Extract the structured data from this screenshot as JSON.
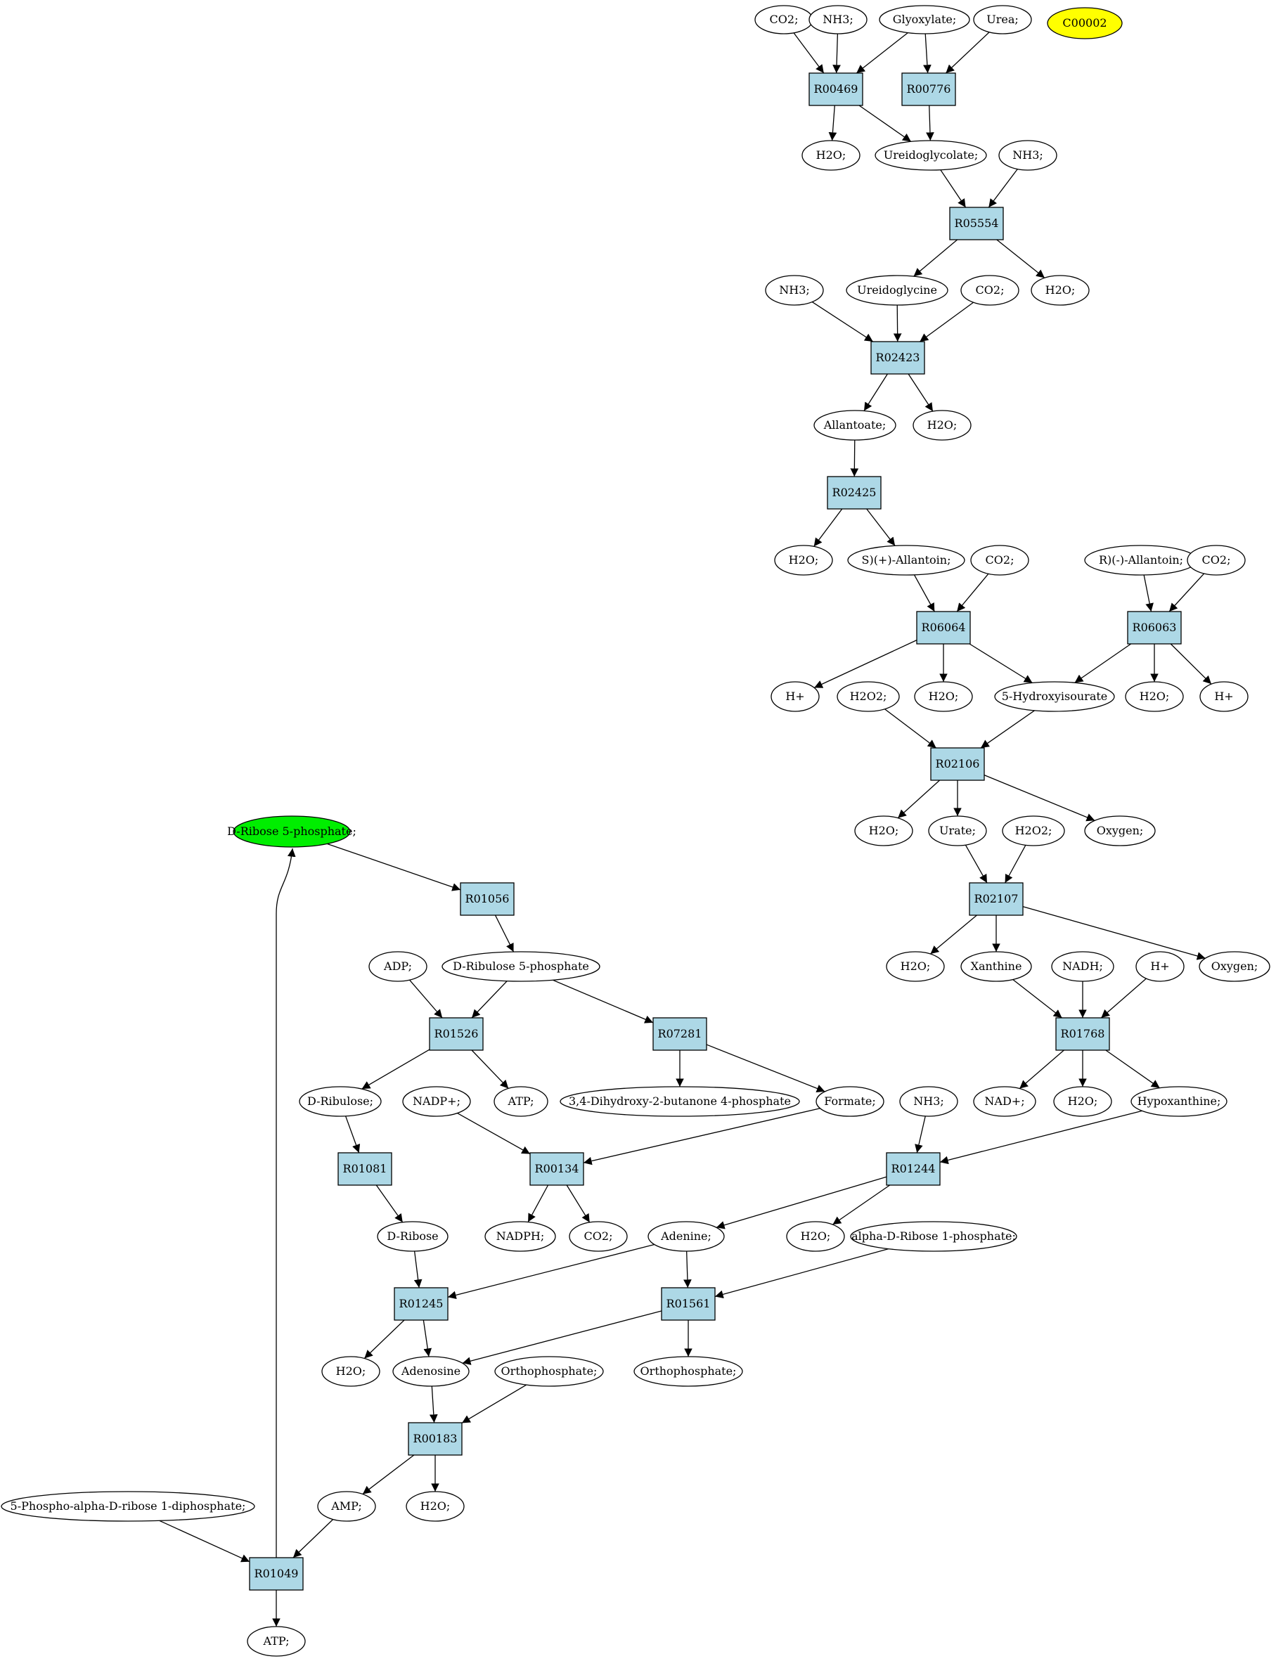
{
  "colors": {
    "reaction_fill": "#add8e6",
    "compound_fill": "#ffffff",
    "highlight_green": "#00ee00",
    "highlight_yellow": "#ffff00",
    "stroke": "#000000"
  },
  "nodes": [
    {
      "id": "c_co2_1",
      "label": "CO2;",
      "kind": "compound"
    },
    {
      "id": "c_nh3_1",
      "label": "NH3;",
      "kind": "compound"
    },
    {
      "id": "c_glyox",
      "label": "Glyoxylate;",
      "kind": "compound"
    },
    {
      "id": "c_urea",
      "label": "Urea;",
      "kind": "compound"
    },
    {
      "id": "c_c00002",
      "label": "C00002",
      "kind": "compound",
      "fill": "highlight_yellow"
    },
    {
      "id": "r_R00469",
      "label": "R00469",
      "kind": "reaction"
    },
    {
      "id": "r_R00776",
      "label": "R00776",
      "kind": "reaction"
    },
    {
      "id": "c_h2o_1",
      "label": "H2O;",
      "kind": "compound"
    },
    {
      "id": "c_ureidoglycolate",
      "label": "Ureidoglycolate;",
      "kind": "compound"
    },
    {
      "id": "c_nh3_2",
      "label": "NH3;",
      "kind": "compound"
    },
    {
      "id": "r_R05554",
      "label": "R05554",
      "kind": "reaction"
    },
    {
      "id": "c_nh3_3",
      "label": "NH3;",
      "kind": "compound"
    },
    {
      "id": "c_ureidoglycine",
      "label": "Ureidoglycine",
      "kind": "compound"
    },
    {
      "id": "c_co2_2",
      "label": "CO2;",
      "kind": "compound"
    },
    {
      "id": "c_h2o_2",
      "label": "H2O;",
      "kind": "compound"
    },
    {
      "id": "r_R02423",
      "label": "R02423",
      "kind": "reaction"
    },
    {
      "id": "c_allantoate",
      "label": "Allantoate;",
      "kind": "compound"
    },
    {
      "id": "c_h2o_3",
      "label": "H2O;",
      "kind": "compound"
    },
    {
      "id": "r_R02425",
      "label": "R02425",
      "kind": "reaction"
    },
    {
      "id": "c_h2o_4",
      "label": "H2O;",
      "kind": "compound"
    },
    {
      "id": "c_s_allantoin",
      "label": "S)(+)-Allantoin;",
      "kind": "compound"
    },
    {
      "id": "c_co2_3",
      "label": "CO2;",
      "kind": "compound"
    },
    {
      "id": "c_r_allantoin",
      "label": "R)(-)-Allantoin;",
      "kind": "compound"
    },
    {
      "id": "c_co2_4",
      "label": "CO2;",
      "kind": "compound"
    },
    {
      "id": "r_R06064",
      "label": "R06064",
      "kind": "reaction"
    },
    {
      "id": "r_R06063",
      "label": "R06063",
      "kind": "reaction"
    },
    {
      "id": "c_hplus_1",
      "label": "H+",
      "kind": "compound"
    },
    {
      "id": "c_h2o2_1",
      "label": "H2O2;",
      "kind": "compound"
    },
    {
      "id": "c_h2o_5",
      "label": "H2O;",
      "kind": "compound"
    },
    {
      "id": "c_hydroxyisourate",
      "label": "5-Hydroxyisourate",
      "kind": "compound"
    },
    {
      "id": "c_h2o_6",
      "label": "H2O;",
      "kind": "compound"
    },
    {
      "id": "c_hplus_2",
      "label": "H+",
      "kind": "compound"
    },
    {
      "id": "r_R02106",
      "label": "R02106",
      "kind": "reaction"
    },
    {
      "id": "c_ribose5p",
      "label": "D-Ribose 5-phosphate;",
      "kind": "compound",
      "fill": "highlight_green"
    },
    {
      "id": "c_h2o_7",
      "label": "H2O;",
      "kind": "compound"
    },
    {
      "id": "c_urate",
      "label": "Urate;",
      "kind": "compound"
    },
    {
      "id": "c_h2o2_2",
      "label": "H2O2;",
      "kind": "compound"
    },
    {
      "id": "c_oxygen_1",
      "label": "Oxygen;",
      "kind": "compound"
    },
    {
      "id": "r_R01056",
      "label": "R01056",
      "kind": "reaction"
    },
    {
      "id": "r_R02107",
      "label": "R02107",
      "kind": "reaction"
    },
    {
      "id": "c_adp",
      "label": "ADP;",
      "kind": "compound"
    },
    {
      "id": "c_ribulose5p",
      "label": "D-Ribulose 5-phosphate",
      "kind": "compound"
    },
    {
      "id": "c_h2o_8",
      "label": "H2O;",
      "kind": "compound"
    },
    {
      "id": "c_xanthine",
      "label": "Xanthine",
      "kind": "compound"
    },
    {
      "id": "c_nadh",
      "label": "NADH;",
      "kind": "compound"
    },
    {
      "id": "c_hplus_3",
      "label": "H+",
      "kind": "compound"
    },
    {
      "id": "c_oxygen_2",
      "label": "Oxygen;",
      "kind": "compound"
    },
    {
      "id": "r_R01526",
      "label": "R01526",
      "kind": "reaction"
    },
    {
      "id": "r_R07281",
      "label": "R07281",
      "kind": "reaction"
    },
    {
      "id": "r_R01768",
      "label": "R01768",
      "kind": "reaction"
    },
    {
      "id": "c_ribulose",
      "label": "D-Ribulose;",
      "kind": "compound"
    },
    {
      "id": "c_nadpplus",
      "label": "NADP+;",
      "kind": "compound"
    },
    {
      "id": "c_atp_1",
      "label": "ATP;",
      "kind": "compound"
    },
    {
      "id": "c_dihydroxybutanone",
      "label": "3,4-Dihydroxy-2-butanone 4-phosphate",
      "kind": "compound"
    },
    {
      "id": "c_formate",
      "label": "Formate;",
      "kind": "compound"
    },
    {
      "id": "c_nh3_4",
      "label": "NH3;",
      "kind": "compound"
    },
    {
      "id": "c_nadplus",
      "label": "NAD+;",
      "kind": "compound"
    },
    {
      "id": "c_h2o_9",
      "label": "H2O;",
      "kind": "compound"
    },
    {
      "id": "c_hypoxanthine",
      "label": "Hypoxanthine;",
      "kind": "compound"
    },
    {
      "id": "r_R01081",
      "label": "R01081",
      "kind": "reaction"
    },
    {
      "id": "r_R00134",
      "label": "R00134",
      "kind": "reaction"
    },
    {
      "id": "r_R01244",
      "label": "R01244",
      "kind": "reaction"
    },
    {
      "id": "c_ribose",
      "label": "D-Ribose",
      "kind": "compound"
    },
    {
      "id": "c_nadph",
      "label": "NADPH;",
      "kind": "compound"
    },
    {
      "id": "c_co2_5",
      "label": "CO2;",
      "kind": "compound"
    },
    {
      "id": "c_adenine",
      "label": "Adenine;",
      "kind": "compound"
    },
    {
      "id": "c_h2o_10",
      "label": "H2O;",
      "kind": "compound"
    },
    {
      "id": "c_ribose1p",
      "label": "alpha-D-Ribose 1-phosphate;",
      "kind": "compound"
    },
    {
      "id": "r_R01245",
      "label": "R01245",
      "kind": "reaction"
    },
    {
      "id": "r_R01561",
      "label": "R01561",
      "kind": "reaction"
    },
    {
      "id": "c_h2o_11",
      "label": "H2O;",
      "kind": "compound"
    },
    {
      "id": "c_adenosine",
      "label": "Adenosine",
      "kind": "compound"
    },
    {
      "id": "c_orthophosphate_1",
      "label": "Orthophosphate;",
      "kind": "compound"
    },
    {
      "id": "c_orthophosphate_2",
      "label": "Orthophosphate;",
      "kind": "compound"
    },
    {
      "id": "r_R00183",
      "label": "R00183",
      "kind": "reaction"
    },
    {
      "id": "c_prpp",
      "label": "5-Phospho-alpha-D-ribose 1-diphosphate;",
      "kind": "compound"
    },
    {
      "id": "c_amp",
      "label": "AMP;",
      "kind": "compound"
    },
    {
      "id": "c_h2o_12",
      "label": "H2O;",
      "kind": "compound"
    },
    {
      "id": "r_R01049",
      "label": "R01049",
      "kind": "reaction"
    },
    {
      "id": "c_atp_2",
      "label": "ATP;",
      "kind": "compound"
    }
  ],
  "edges": [
    [
      "c_co2_1",
      "r_R00469"
    ],
    [
      "c_nh3_1",
      "r_R00469"
    ],
    [
      "c_glyox",
      "r_R00469"
    ],
    [
      "c_glyox",
      "r_R00776"
    ],
    [
      "c_urea",
      "r_R00776"
    ],
    [
      "r_R00469",
      "c_h2o_1"
    ],
    [
      "r_R00469",
      "c_ureidoglycolate"
    ],
    [
      "r_R00776",
      "c_ureidoglycolate"
    ],
    [
      "c_ureidoglycolate",
      "r_R05554"
    ],
    [
      "c_nh3_2",
      "r_R05554"
    ],
    [
      "r_R05554",
      "c_ureidoglycine"
    ],
    [
      "r_R05554",
      "c_h2o_2"
    ],
    [
      "c_nh3_3",
      "r_R02423"
    ],
    [
      "c_ureidoglycine",
      "r_R02423"
    ],
    [
      "c_co2_2",
      "r_R02423"
    ],
    [
      "r_R02423",
      "c_allantoate"
    ],
    [
      "r_R02423",
      "c_h2o_3"
    ],
    [
      "c_allantoate",
      "r_R02425"
    ],
    [
      "r_R02425",
      "c_h2o_4"
    ],
    [
      "r_R02425",
      "c_s_allantoin"
    ],
    [
      "c_s_allantoin",
      "r_R06064"
    ],
    [
      "c_co2_3",
      "r_R06064"
    ],
    [
      "c_r_allantoin",
      "r_R06063"
    ],
    [
      "c_co2_4",
      "r_R06063"
    ],
    [
      "r_R06064",
      "c_hplus_1"
    ],
    [
      "r_R06064",
      "c_h2o_5"
    ],
    [
      "r_R06064",
      "c_hydroxyisourate"
    ],
    [
      "r_R06063",
      "c_hydroxyisourate"
    ],
    [
      "r_R06063",
      "c_h2o_6"
    ],
    [
      "r_R06063",
      "c_hplus_2"
    ],
    [
      "c_h2o2_1",
      "r_R02106"
    ],
    [
      "c_hydroxyisourate",
      "r_R02106"
    ],
    [
      "r_R02106",
      "c_h2o_7"
    ],
    [
      "r_R02106",
      "c_urate"
    ],
    [
      "r_R02106",
      "c_oxygen_1"
    ],
    [
      "c_urate",
      "r_R02107"
    ],
    [
      "c_h2o2_2",
      "r_R02107"
    ],
    [
      "r_R02107",
      "c_h2o_8"
    ],
    [
      "r_R02107",
      "c_xanthine"
    ],
    [
      "r_R02107",
      "c_oxygen_2"
    ],
    [
      "c_xanthine",
      "r_R01768"
    ],
    [
      "c_nadh",
      "r_R01768"
    ],
    [
      "c_hplus_3",
      "r_R01768"
    ],
    [
      "r_R01768",
      "c_nadplus"
    ],
    [
      "r_R01768",
      "c_h2o_9"
    ],
    [
      "r_R01768",
      "c_hypoxanthine"
    ],
    [
      "c_hypoxanthine",
      "r_R01244"
    ],
    [
      "c_nh3_4",
      "r_R01244"
    ],
    [
      "r_R01244",
      "c_adenine"
    ],
    [
      "r_R01244",
      "c_h2o_10"
    ],
    [
      "c_ribose5p",
      "r_R01056"
    ],
    [
      "r_R01056",
      "c_ribulose5p"
    ],
    [
      "c_adp",
      "r_R01526"
    ],
    [
      "c_ribulose5p",
      "r_R01526"
    ],
    [
      "c_ribulose5p",
      "r_R07281"
    ],
    [
      "r_R01526",
      "c_ribulose"
    ],
    [
      "r_R01526",
      "c_atp_1"
    ],
    [
      "r_R07281",
      "c_dihydroxybutanone"
    ],
    [
      "r_R07281",
      "c_formate"
    ],
    [
      "c_ribulose",
      "r_R01081"
    ],
    [
      "r_R01081",
      "c_ribose"
    ],
    [
      "c_nadpplus",
      "r_R00134"
    ],
    [
      "c_formate",
      "r_R00134"
    ],
    [
      "r_R00134",
      "c_nadph"
    ],
    [
      "r_R00134",
      "c_co2_5"
    ],
    [
      "c_ribose",
      "r_R01245"
    ],
    [
      "c_adenine",
      "r_R01245"
    ],
    [
      "c_adenine",
      "r_R01561"
    ],
    [
      "c_ribose1p",
      "r_R01561"
    ],
    [
      "r_R01245",
      "c_h2o_11"
    ],
    [
      "r_R01245",
      "c_adenosine"
    ],
    [
      "r_R01561",
      "c_adenosine"
    ],
    [
      "r_R01561",
      "c_orthophosphate_2"
    ],
    [
      "c_adenosine",
      "r_R00183"
    ],
    [
      "c_orthophosphate_1",
      "r_R00183"
    ],
    [
      "r_R00183",
      "c_amp"
    ],
    [
      "r_R00183",
      "c_h2o_12"
    ],
    [
      "c_prpp",
      "r_R01049"
    ],
    [
      "c_amp",
      "r_R01049"
    ],
    [
      "r_R01049",
      "c_atp_2"
    ],
    [
      "r_R01049",
      "c_ribose5p"
    ]
  ]
}
